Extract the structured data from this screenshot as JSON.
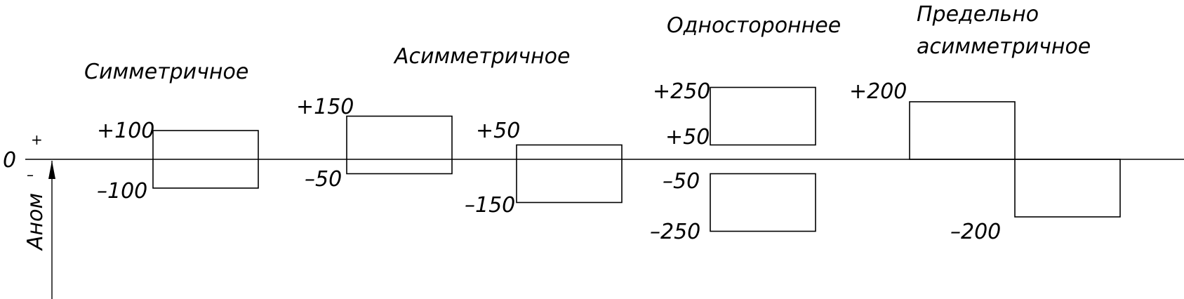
{
  "zero_label": "0",
  "plus_sign": "+",
  "minus_sign": "–",
  "axis_label": "Aном",
  "groups": [
    {
      "title_lines": [
        "Симметричное"
      ],
      "fields": [
        {
          "upper_label": "+100",
          "lower_label": "–100",
          "upper": 100,
          "lower": -100
        }
      ]
    },
    {
      "title_lines": [
        "Асимметричное"
      ],
      "fields": [
        {
          "upper_label": "+150",
          "lower_label": "–50",
          "upper": 150,
          "lower": -50
        },
        {
          "upper_label": "+50",
          "lower_label": "–150",
          "upper": 50,
          "lower": -150
        }
      ]
    },
    {
      "title_lines": [
        "Одностороннее"
      ],
      "fields": [
        {
          "upper_label": "+250",
          "lower_label": "+50",
          "upper": 250,
          "lower": 50
        },
        {
          "upper_label": "–50",
          "lower_label": "–250",
          "upper": -50,
          "lower": -250
        }
      ]
    },
    {
      "title_lines": [
        "Предельно",
        "асимметричное"
      ],
      "fields": [
        {
          "upper_label": "+200",
          "lower_label": "",
          "upper": 200,
          "lower": 0
        },
        {
          "upper_label": "",
          "lower_label": "–200",
          "upper": 0,
          "lower": -200
        }
      ]
    }
  ]
}
